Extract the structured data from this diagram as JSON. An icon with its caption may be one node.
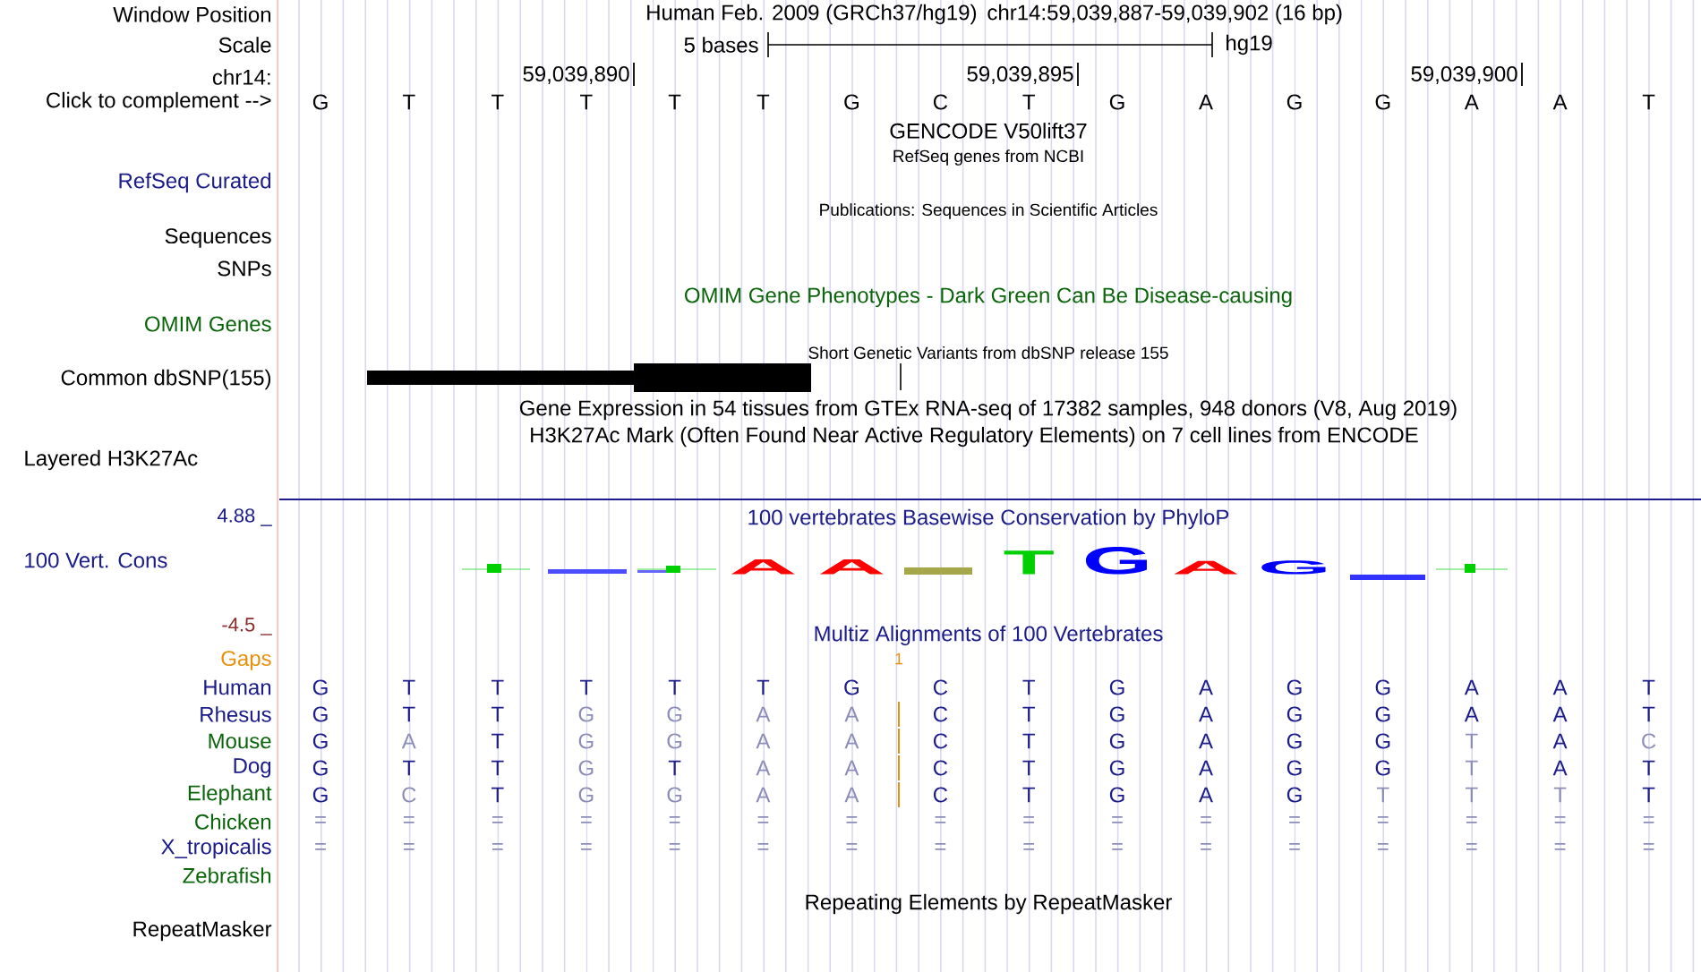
{
  "diagram": {
    "labels": [
      "Window Position",
      "Human Feb. 2009 (GRCh37/hg19)",
      "chr14:59,039,887-59,039,902 (16 bp)",
      "Scale",
      "5 bases",
      "hg19",
      "chr14:",
      "59,039,890",
      "59,039,895",
      "59,039,900",
      "Click to complement -->",
      "G",
      "T",
      "T",
      "T",
      "T",
      "T",
      "G",
      "C",
      "T",
      "G",
      "A",
      "G",
      "G",
      "A",
      "A",
      "T",
      "GENCODE V50lift37",
      "RefSeq genes from NCBI",
      "RefSeq Curated",
      "Publications: Sequences in Scientific Articles",
      "Sequences",
      "SNPs",
      "OMIM Gene Phenotypes - Dark Green Can Be Disease-causing",
      "OMIM Genes",
      "Short Genetic Variants from dbSNP release 155",
      "Common dbSNP(155)",
      "Gene Expression in 54 tissues from GTEx RNA-seq of 17382 samples, 948 donors (V8, Aug 2019)",
      "H3K27Ac Mark (Often Found Near Active Regulatory Elements) on 7 cell lines from ENCODE",
      "Layered H3K27Ac",
      "4.88 _",
      "100 vertebrates Basewise Conservation by PhyloP",
      "100 Vert. Cons",
      "A",
      "A",
      "T",
      "G",
      "A",
      "G",
      "-4.5 _",
      "Multiz Alignments of 100 Vertebrates",
      "Gaps",
      "1",
      "Human",
      "G",
      "T",
      "T",
      "T",
      "T",
      "T",
      "G",
      "C",
      "T",
      "G",
      "A",
      "G",
      "G",
      "A",
      "A",
      "T",
      "Rhesus",
      "G",
      "T",
      "T",
      "G",
      "G",
      "A",
      "A",
      "C",
      "T",
      "G",
      "A",
      "G",
      "G",
      "A",
      "A",
      "T",
      "Mouse",
      "G",
      "A",
      "T",
      "G",
      "G",
      "A",
      "A",
      "C",
      "T",
      "G",
      "A",
      "G",
      "G",
      "T",
      "A",
      "C",
      "Dog",
      "G",
      "T",
      "T",
      "G",
      "T",
      "A",
      "A",
      "C",
      "T",
      "G",
      "A",
      "G",
      "G",
      "T",
      "A",
      "T",
      "Elephant",
      "G",
      "C",
      "T",
      "G",
      "G",
      "A",
      "A",
      "C",
      "T",
      "G",
      "A",
      "G",
      "T",
      "T",
      "T",
      "T",
      "Chicken",
      "=",
      "=",
      "=",
      "=",
      "=",
      "=",
      "=",
      "=",
      "=",
      "=",
      "=",
      "=",
      "=",
      "=",
      "=",
      "=",
      "X_tropicalis",
      "=",
      "=",
      "=",
      "=",
      "=",
      "=",
      "=",
      "=",
      "=",
      "=",
      "=",
      "=",
      "=",
      "=",
      "=",
      "=",
      "Zebrafish",
      "Repeating Elements by RepeatMasker",
      "RepeatMasker"
    ]
  }
}
